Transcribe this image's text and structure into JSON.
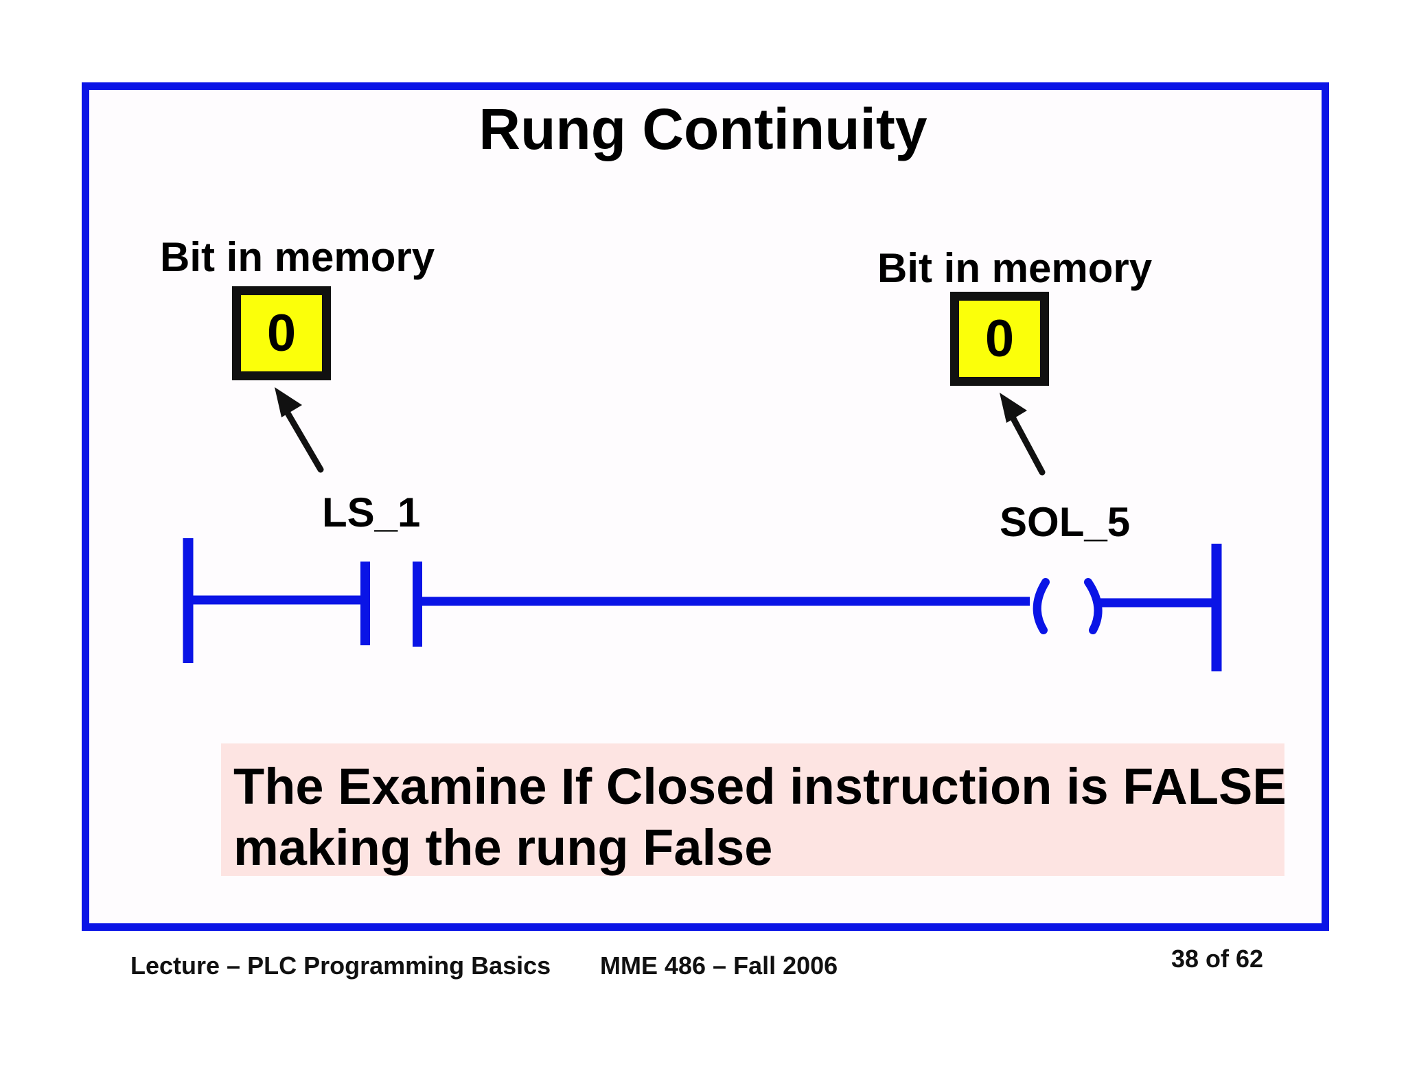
{
  "slide": {
    "title": "Rung Continuity",
    "left_memory": {
      "label": "Bit in memory",
      "value": "0"
    },
    "right_memory": {
      "label": "Bit in memory",
      "value": "0"
    },
    "contact_tag": "LS_1",
    "coil_tag": "SOL_5",
    "callout": {
      "line1": "The Examine If Closed instruction is FALSE",
      "line2": "making the rung False"
    },
    "colors": {
      "frame": "#0a14e6",
      "rung": "#0a14e6",
      "bit_box_fill": "#fbff0a",
      "callout_fill": "#fde4e2"
    }
  },
  "footer": {
    "lecture": "Lecture – PLC Programming Basics",
    "course": "MME 486 – Fall 2006",
    "page": "38 of 62"
  }
}
